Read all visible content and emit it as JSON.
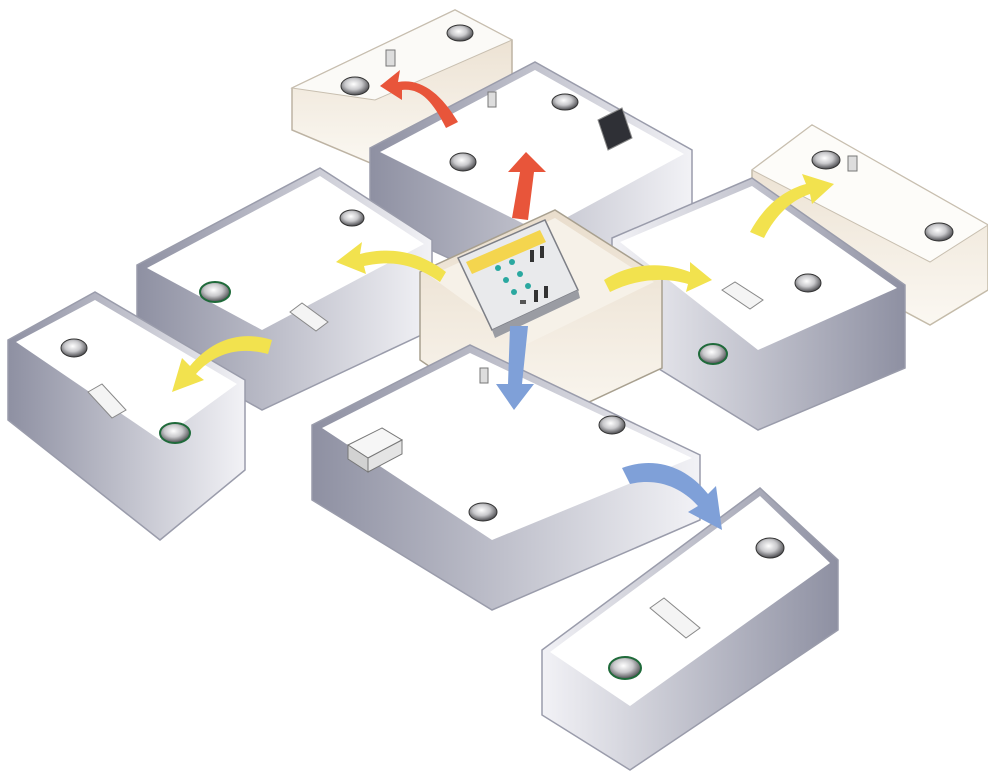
{
  "diagram": {
    "kind": "multi-room distributed audio system",
    "hub": {
      "name": "central-controller",
      "icon": "control-panel-icon"
    },
    "colors": {
      "red_zone": "#E8553A",
      "yellow_zone": "#F2E24E",
      "blue_zone": "#7FA0D8",
      "room_wall_inner": "#b9bccb",
      "room_floor": "#ffffff"
    },
    "rooms": [
      {
        "id": "room-top-back",
        "zone": "red",
        "devices": [
          "speaker",
          "speaker",
          "wall-keypad"
        ]
      },
      {
        "id": "room-top",
        "zone": "red",
        "devices": [
          "speaker",
          "speaker",
          "wall-keypad",
          "touch-panel"
        ]
      },
      {
        "id": "room-left",
        "zone": "yellow",
        "devices": [
          "speaker",
          "speaker",
          "remote-control"
        ]
      },
      {
        "id": "room-far-left",
        "zone": "yellow",
        "devices": [
          "speaker",
          "speaker",
          "remote-control"
        ]
      },
      {
        "id": "room-right",
        "zone": "yellow",
        "devices": [
          "speaker",
          "speaker",
          "remote-control"
        ]
      },
      {
        "id": "room-far-right",
        "zone": "yellow",
        "devices": [
          "speaker",
          "speaker",
          "wall-keypad"
        ]
      },
      {
        "id": "room-bottom",
        "zone": "blue",
        "devices": [
          "speaker",
          "speaker",
          "wall-keypad",
          "source-box"
        ]
      },
      {
        "id": "room-bottom-right",
        "zone": "blue",
        "devices": [
          "speaker",
          "speaker",
          "remote-control"
        ]
      }
    ]
  }
}
